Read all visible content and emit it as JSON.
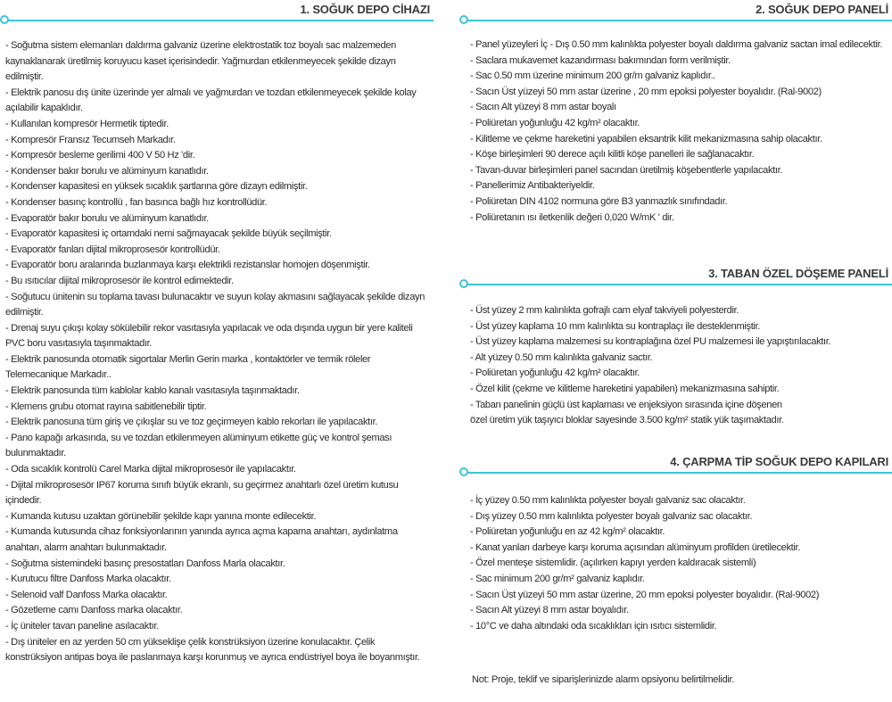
{
  "sections": [
    {
      "title": "1. SOĞUK DEPO CİHAZI",
      "items": [
        "- Soğutma sistem elemanları daldırma galvaniz üzerine elektrostatik toz boyalı sac malzemeden kaynaklanarak üretilmiş koruyucu kaset içerisindedir. Yağmurdan etkilenmeyecek şekilde dizayn edilmiştir.",
        "- Elektrik panosu dış ünite üzerinde yer almalı ve yağmurdan ve tozdan etkilenmeyecek şekilde kolay açılabilir kapaklıdır.",
        "- Kullanılan kompresör Hermetik tiptedir.",
        "- Kompresör Fransız Tecumseh Markadır.",
        "- Kompresör besleme gerilimi 400 V 50 Hz 'dir.",
        "- Kondenser bakır borulu ve alüminyum kanatlıdır.",
        "- Kondenser kapasitesi en yüksek sıcaklık  şartlarına göre dizayn edilmiştir.",
        "- Kondenser basınç kontrollü , fan basınca bağlı hız kontrollüdür.",
        "- Evaporatör bakır borulu ve alüminyum kanatlıdır.",
        "- Evaporatör kapasitesi iç ortamdaki nemi sağmayacak şekilde büyük seçilmiştir.",
        "- Evaporatör fanları dijital mikroprosesör  kontrollüdür.",
        "- Evaporatör boru aralarında buzlanmaya karşı elektrikli rezistanslar homojen döşenmiştir.",
        "- Bu ısıtıcılar dijital mikroprosesör ile kontrol edimektedir.",
        "- Soğutucu ünitenin su toplama tavası bulunacaktır ve suyun kolay akmasını sağlayacak şekilde dizayn edilmiştir.",
        "- Drenaj suyu çıkışı kolay sökülebilir rekor vasıtasıyla yapılacak ve oda dışında uygun bir yere kaliteli PVC boru vasıtasıyla taşınmaktadır.",
        "- Elektrik panosunda otomatik sigortalar Merlin Gerin marka , kontaktörler ve termik röleler Telemecanique Markadır..",
        "- Elektrik panosunda tüm kablolar kablo kanalı vasıtasıyla taşınmaktadır.",
        "- Klemens grubu otomat rayına sabitlenebilir tiptir.",
        "- Elektrik panosuna tüm giriş ve çıkışlar su ve toz geçirmeyen kablo rekorları ile yapılacaktır.",
        "- Pano kapağı arkasında, su ve tozdan etkilenmeyen alüminyum etikette güç ve kontrol şeması bulunmaktadır.",
        "- Oda sıcaklık kontrolü Carel Marka dijital mikroprosesör ile yapılacaktır.",
        "- Dijital mikroprosesör IP67 koruma sınıfı büyük ekranlı, su geçirmez anahtarlı özel üretim kutusu içindedir.",
        "- Kumanda kutusu uzaktan görünebilir şekilde kapı yanına monte edilecektir.",
        "- Kumanda kutusunda cihaz fonksiyonlarının yanında ayrıca açma kapama anahtarı, aydınlatma anahtarı, alarm anahtarı bulunmaktadır.",
        "- Soğutma sistemindeki basınç presostatları Danfoss Marla olacaktır.",
        "- Kurutucu filtre Danfoss Marka olacaktır.",
        "- Selenoid valf Danfoss Marka olacaktır.",
        "- Gözetleme camı Danfoss marka olacaktır.",
        "- İç üniteler tavan paneline asılacaktır.",
        "- Dış üniteler en az yerden 50 cm yükseklişe  çelik konstrüksiyon üzerine konulacaktır. Çelik konstrüksiyon antipas boya ile paslanmaya karşı korunmuş ve ayrıca endüstriyel boya ile boyanmıştır."
      ]
    },
    {
      "title": "2. SOĞUK DEPO PANELİ",
      "items": [
        "- Panel yüzeyleri İç - Dış 0.50 mm kalınlıkta polyester boyalı daldırma galvaniz sactan imal edilecektir.",
        "- Saclara mukavemet kazandırması bakımından form verilmiştir.",
        "- Sac 0.50 mm üzerine minimum 200 gr/m galvaniz kaplıdır..",
        "- Sacın Üst yüzeyi 50 mm  astar üzerine , 20 mm epoksi polyester boyalıdır. (Ral-9002)",
        "- Sacın Alt yüzeyi 8 mm astar boyalı",
        "- Poliüretan yoğunluğu  42 kg/m² olacaktır.",
        "- Kilitleme ve çekme hareketini yapabilen eksantrik kilit mekanizmasına sahip olacaktır.",
        "- Köşe birleşimleri 90 derece açılı kilitli köşe panelleri ile sağlanacaktır.",
        "- Tavan-duvar birleşimleri panel sacından üretilmiş  köşebentlerle yapılacaktır.",
        "- Panellerimiz Antibakteriyeldir.",
        "- Poliüretan DIN 4102 normuna göre B3 yanmazlık sınıfındadır.",
        "- Poliüretanın ısı iletkenlik değeri 0,020 W/mK ' dir."
      ]
    },
    {
      "title": "3. TABAN ÖZEL DÖŞEME PANELİ",
      "items": [
        "- Üst yüzey 2 mm kalınlıkta gofrajlı cam elyaf takviyeli polyesterdir.",
        "- Üst yüzey kaplama 10 mm kalınlıkta su kontraplaçı ile desteklenmiştir.",
        "- Üst yüzey kaplama malzemesi su kontraplağına özel PU malzemesi ile yapıştırılacaktır.",
        "- Alt yüzey 0.50 mm kalınlıkta galvaniz sactır.",
        "- Poliüretan yoğunluğu 42 kg/m² olacaktır.",
        "- Özel kilit (çekme ve kilitleme hareketini yapabilen) mekanizmasına sahiptir.",
        "- Taban panelinin güçlü üst kaplaması ve enjeksiyon sırasında içine döşenen",
        "özel üretim yük taşıyıcı bloklar sayesinde 3.500 kg/m² statik yük taşımaktadır."
      ]
    },
    {
      "title": "4. ÇARPMA TİP SOĞUK DEPO KAPILARI",
      "items": [
        "- İç yüzey 0.50 mm kalınlıkta polyester boyalı galvaniz sac olacaktır.",
        "- Dış yüzey 0.50 mm kalınlıkta polyester boyalı galvaniz sac olacaktır.",
        "- Poliüretan yoğunluğu en az 42 kg/m² olacaktır.",
        "- Kanat yanları darbeye karşı koruma açısından alüminyum profilden üretilecektir.",
        "- Özel menteşe sistemlidir. (açılırken kapıyı yerden kaldıracak sistemli)",
        "- Sac minimum 200 gr/m² galvaniz kaplıdır.",
        "- Sacın Üst yüzeyi 50 mm  astar üzerine, 20 mm epoksi polyester boyalıdır. (Ral-9002)",
        "- Sacın Alt yüzeyi 8 mm astar boyalıdır.",
        "- 10°C ve daha altındaki oda sıcaklıkları için ısıtıcı sistemlidir."
      ]
    }
  ],
  "note": "Not: Proje, teklif ve siparişlerinizde alarm opsiyonu belirtilmelidir.",
  "colors": {
    "accent": "#3ec3d6",
    "text": "#2b2b2b"
  }
}
